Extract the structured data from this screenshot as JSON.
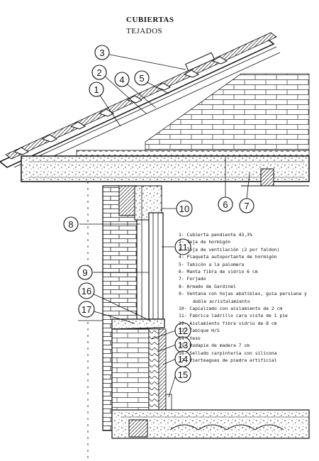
{
  "header": {
    "title": "CUBIERTAS",
    "subtitle": "TEJADOS"
  },
  "callouts": [
    "3",
    "2",
    "4",
    "5",
    "1",
    "6",
    "7",
    "10",
    "8",
    "11",
    "9",
    "16",
    "17",
    "12",
    "13",
    "14",
    "15"
  ],
  "legend": [
    "1- Cubierta pendiente 43,3%",
    "2- Teja de hormigón",
    "3- Teja de ventilación (2 por faldon)",
    "4- Plaqueta autoportante de hormigón",
    "5- Tabicón a la palomera",
    "6- Manta fibra de vidrio 6 cm",
    "7- Forjado",
    "8- Armado de Gardinel",
    "9- Ventana con hojas abatibles, guía persiana y doble acristalamiento",
    "10- Capialzado con aislamiento de 2 cm",
    "11- Fabrica ladrillo cara vista de 1 pie",
    "12- Aislamiento fibra vidrio de 8 cm",
    "13- Tabique H/S",
    "14- Yeso",
    "15- Rodapie de madera 7 cm",
    "16- Sellado carpinteria con silicona",
    "17- Vierteaguas de piedra artificial"
  ]
}
